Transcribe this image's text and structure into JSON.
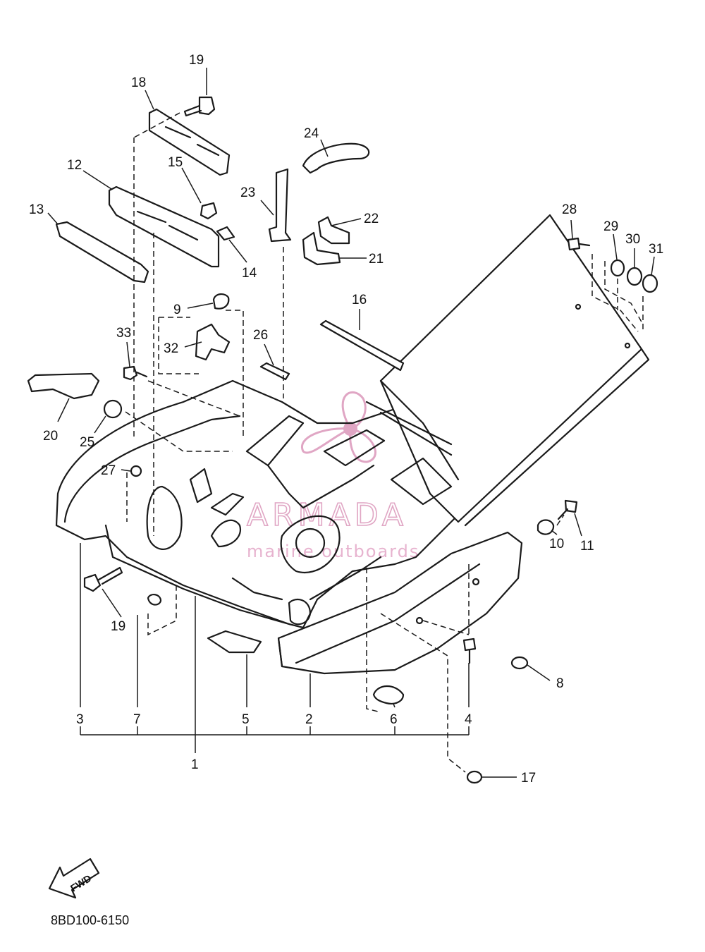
{
  "diagram": {
    "part_code": "8BD100-6150",
    "direction_label": "FWD",
    "watermark": {
      "brand": "ARMADA",
      "tagline": "marine outboards",
      "color": "#e0a6c4"
    },
    "callouts": [
      "1",
      "2",
      "3",
      "4",
      "5",
      "6",
      "7",
      "8",
      "9",
      "10",
      "11",
      "12",
      "13",
      "14",
      "15",
      "16",
      "17",
      "18",
      "19",
      "19",
      "20",
      "21",
      "22",
      "23",
      "24",
      "25",
      "26",
      "27",
      "28",
      "29",
      "30",
      "31",
      "32",
      "33"
    ]
  }
}
